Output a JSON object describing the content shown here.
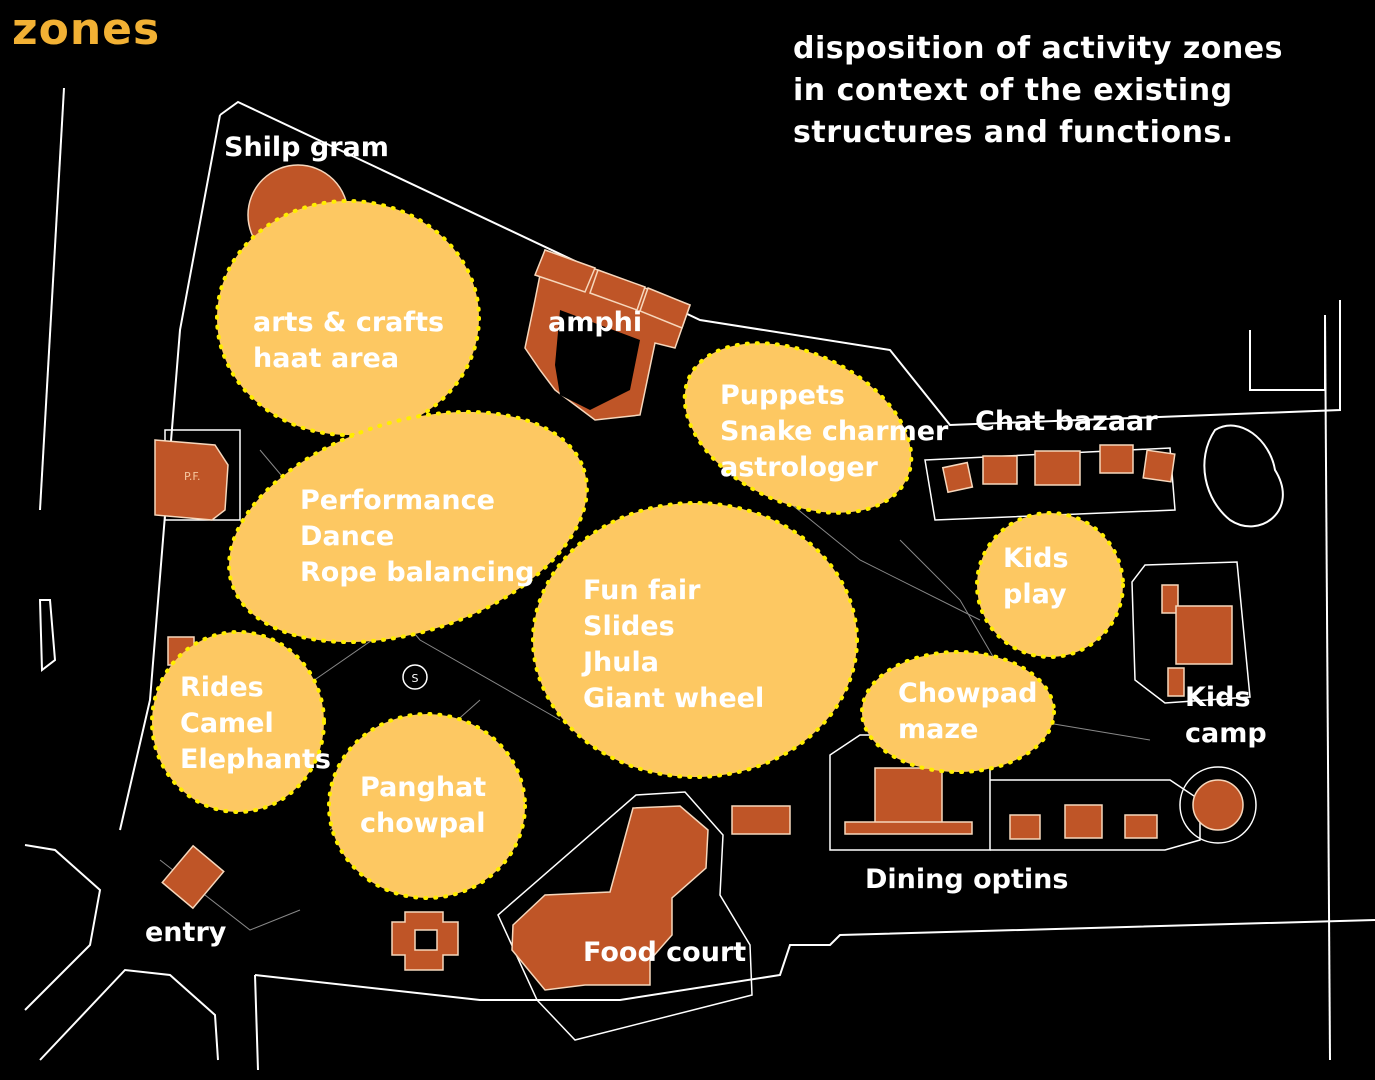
{
  "title": "zones",
  "subtitle": "disposition of activity zones\nin context of the existing\nstructures and functions.",
  "colors": {
    "background": "#000000",
    "title": "#f2b134",
    "zone_fill": "#fdc862",
    "zone_border": "#ffee00",
    "structure_fill": "#bf5527",
    "linework": "#ffffff"
  },
  "activity_zones": [
    {
      "id": "arts-crafts",
      "label": "arts & crafts\nhaat area"
    },
    {
      "id": "puppets",
      "label": "Puppets\nSnake charmer\nastrologer"
    },
    {
      "id": "performance",
      "label": "Performance\nDance\nRope balancing"
    },
    {
      "id": "fun-fair",
      "label": "Fun fair\nSlides\nJhula\nGiant wheel"
    },
    {
      "id": "kids-play",
      "label": "Kids\nplay"
    },
    {
      "id": "chowpad-maze",
      "label": "Chowpad\nmaze"
    },
    {
      "id": "rides",
      "label": "Rides\nCamel\nElephants"
    },
    {
      "id": "panghat",
      "label": "Panghat\nchowpal"
    }
  ],
  "existing_structures": [
    {
      "id": "shilp-gram",
      "label": "Shilp gram"
    },
    {
      "id": "amphi",
      "label": "amphi"
    },
    {
      "id": "chat-bazaar",
      "label": "Chat bazaar"
    },
    {
      "id": "kids-camp",
      "label": "Kids\ncamp"
    },
    {
      "id": "dining",
      "label": "Dining optins"
    },
    {
      "id": "food-court",
      "label": "Food court"
    },
    {
      "id": "entry",
      "label": "entry"
    },
    {
      "id": "pf",
      "label": "P.F."
    }
  ],
  "markers": {
    "s_marker": "S"
  }
}
